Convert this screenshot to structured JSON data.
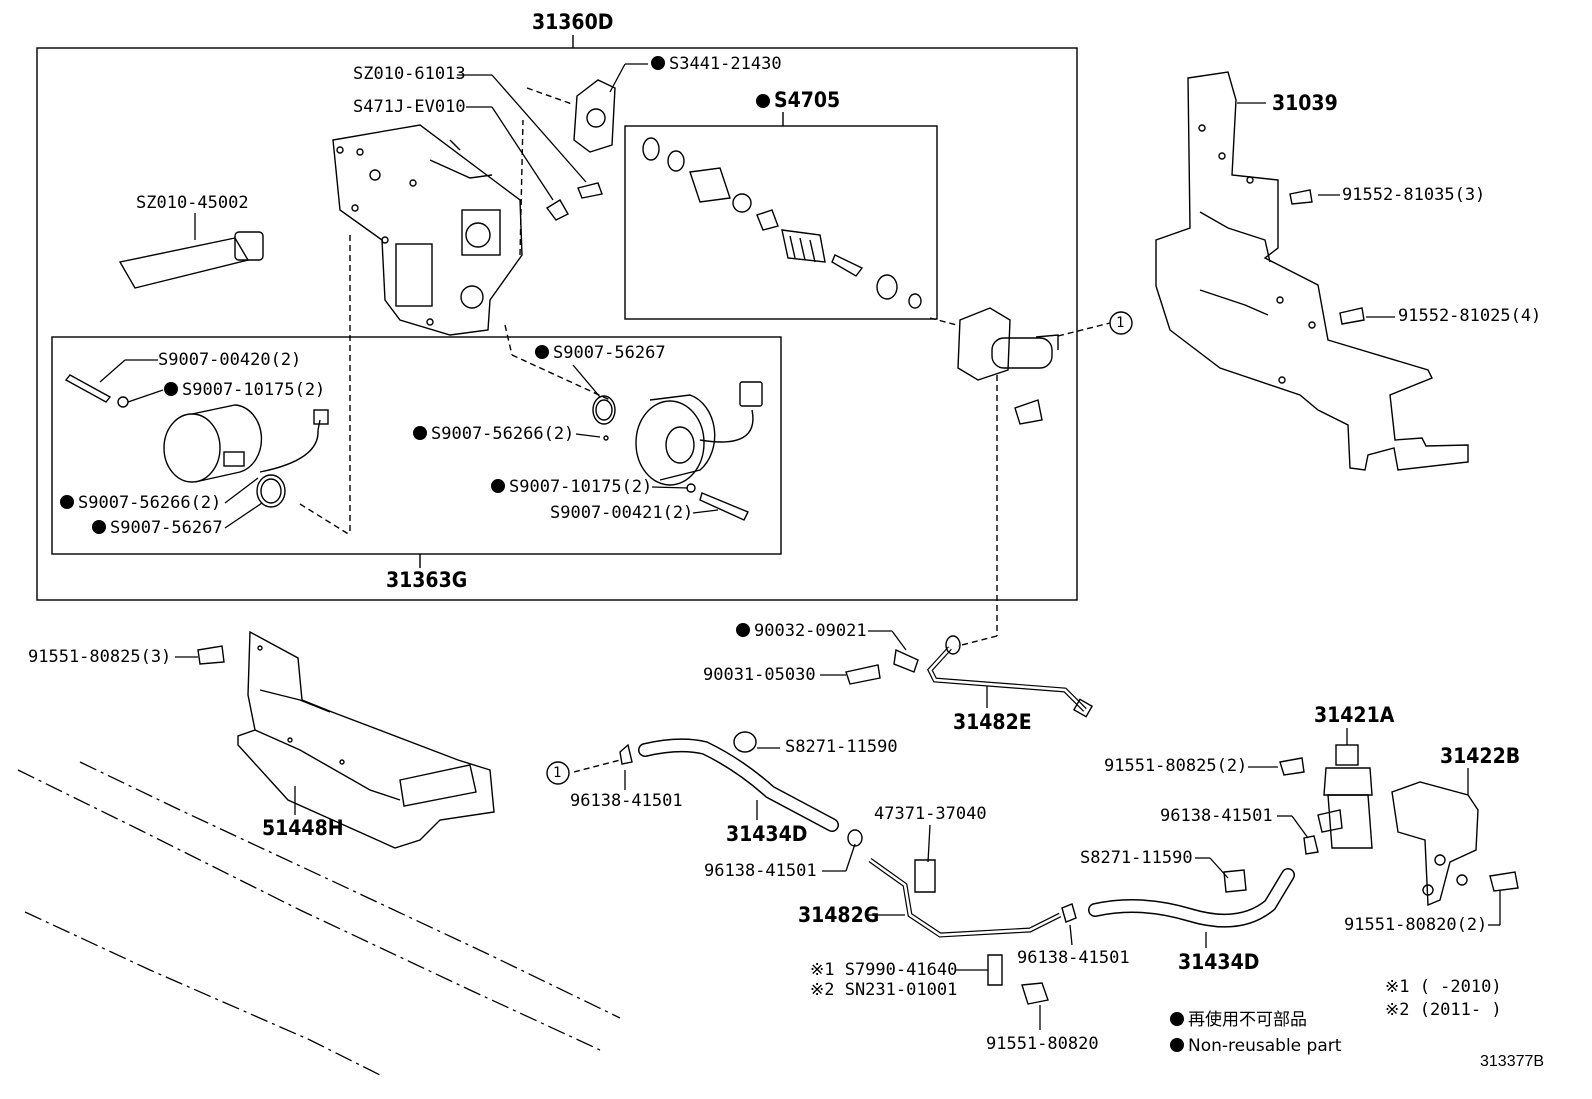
{
  "assemblies": {
    "a31360D": "31360D",
    "a31363G": "31363G",
    "a31039": "31039",
    "a51448H": "51448H",
    "a31482E": "31482E",
    "a31482G": "31482G",
    "a31421A": "31421A",
    "a31422B": "31422B",
    "a31434D_1": "31434D",
    "a31434D_2": "31434D",
    "kitS4705": "S4705"
  },
  "parts": {
    "p_sz010_61013": "SZ010-61013",
    "p_s471j_ev010": "S471J-EV010",
    "p_s3441_21430": "S3441-21430",
    "p_sz010_45002": "SZ010-45002",
    "p_s9007_00420": "S9007-00420(2)",
    "p_s9007_10175_a": "S9007-10175(2)",
    "p_s9007_56266_a": "S9007-56266(2)",
    "p_s9007_56267_a": "S9007-56267",
    "p_s9007_56267_b": "S9007-56267",
    "p_s9007_56266_b": "S9007-56266(2)",
    "p_s9007_10175_b": "S9007-10175(2)",
    "p_s9007_00421": "S9007-00421(2)",
    "p_91552_81035": "91552-81035(3)",
    "p_91552_81025": "91552-81025(4)",
    "p_91551_80825_3": "91551-80825(3)",
    "p_90032_09021": "90032-09021",
    "p_90031_05030": "90031-05030",
    "p_s8271_11590_a": "S8271-11590",
    "p_96138_41501_a": "96138-41501",
    "p_96138_41501_b": "96138-41501",
    "p_47371_37040": "47371-37040",
    "p_91551_80825_2": "91551-80825(2)",
    "p_96138_41501_c": "96138-41501",
    "p_s8271_11590_b": "S8271-11590",
    "p_96138_41501_d": "96138-41501",
    "p_s7990_41640": "※1 S7990-41640",
    "p_sn231_01001": "※2 SN231-01001",
    "p_91551_80820_2": "91551-80820(2)",
    "p_91551_80820": "91551-80820"
  },
  "ref_marker": "1",
  "notes": {
    "note1": "※1 (    -2010)",
    "note2": "※2 (2011-    )"
  },
  "legend": {
    "jp": "再使用不可部品",
    "en": "Non-reusable part"
  },
  "diagram_code": "313377B"
}
